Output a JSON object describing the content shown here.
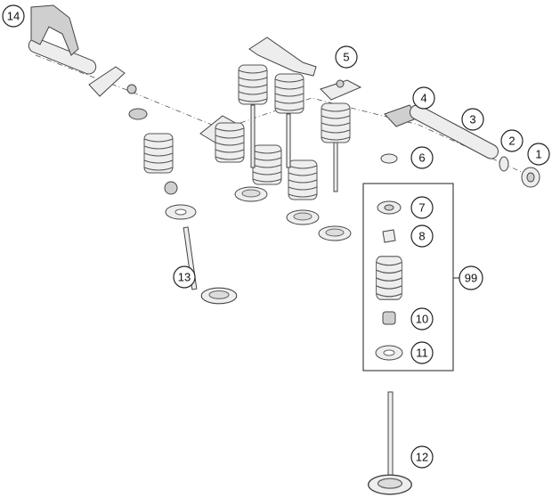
{
  "callouts": {
    "c1": "1",
    "c2": "2",
    "c3": "3",
    "c4": "4",
    "c5": "5",
    "c6": "6",
    "c7": "7",
    "c8": "8",
    "c10": "10",
    "c11": "11",
    "c12": "12",
    "c13": "13",
    "c14": "14",
    "c99": "99"
  }
}
